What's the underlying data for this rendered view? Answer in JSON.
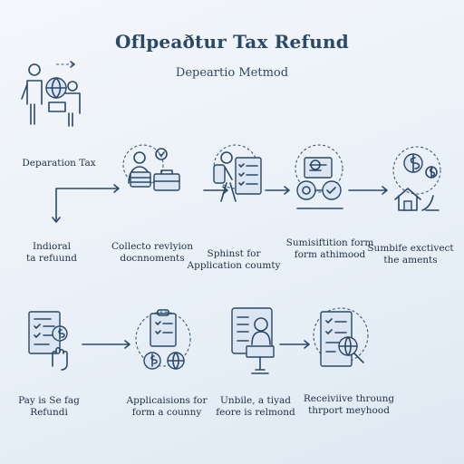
{
  "header": {
    "title": "Oflpeaðtur Tax Refund",
    "subtitle": "Depeartio Metmod"
  },
  "steps": [
    {
      "label": "Deparation Tax",
      "icon": "people-globe-icon"
    },
    {
      "label": "Indioral\nta refuund",
      "icon": "none"
    },
    {
      "label": "Collecto revlyion\ndocnnoments",
      "icon": "person-briefcase-icon"
    },
    {
      "label": "Sphinst for\nApplication coumty",
      "icon": "traveler-checklist-icon"
    },
    {
      "label": "Sumisiftition form\nform athimood",
      "icon": "form-gears-icon"
    },
    {
      "label": "Sumbife exctivect\nthe aments",
      "icon": "house-money-icon"
    },
    {
      "label": "Pay is Se fag\nRefundi",
      "icon": "document-hand-icon"
    },
    {
      "label": "Applicaisions for\nform a counny",
      "icon": "clipboard-money-icon"
    },
    {
      "label": "Unbile, a tiyad\nfeore is relmond",
      "icon": "person-kiosk-icon"
    },
    {
      "label": "Receiviive throung\nthrport meyhood",
      "icon": "document-magnifier-icon"
    }
  ]
}
